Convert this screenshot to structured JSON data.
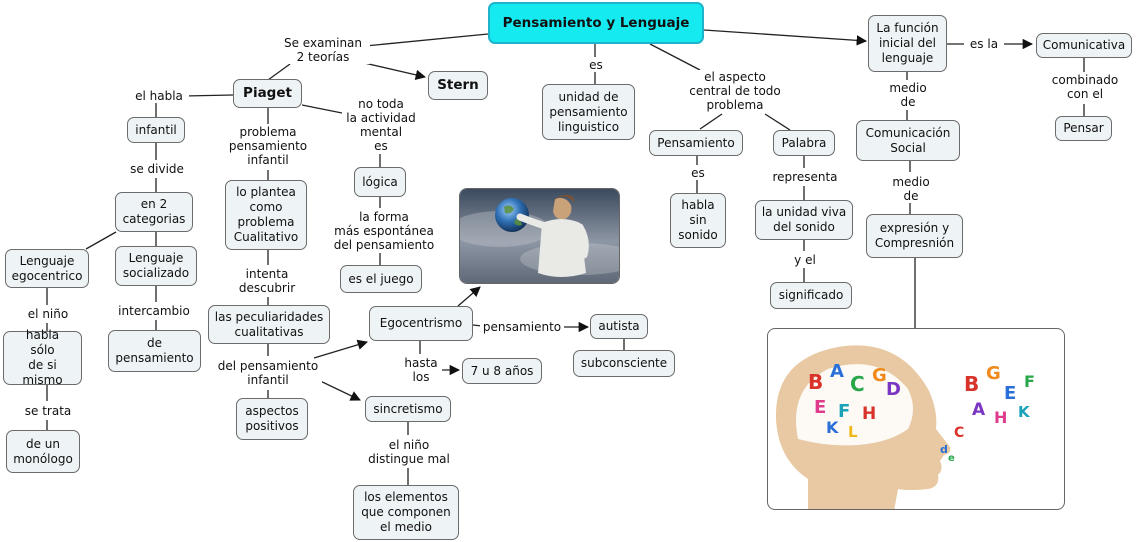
{
  "map": {
    "title": "Pensamiento y Lenguaje",
    "nodes": {
      "piaget": "Piaget",
      "stern": "Stern",
      "infantil": "infantil",
      "categorias": "en 2\ncategorias",
      "egocentrico": "Lenguaje\negocentrico",
      "socializado": "Lenguaje\nsocializado",
      "habla_solo": "habla\nsólo\nde si mismo",
      "monologo": "de un\nmonólogo",
      "de_pensamiento": "de\npensamiento",
      "planteamiento": "lo plantea\ncomo\nproblema\nCualitativo",
      "peculiaridades": "las peculiaridades\ncualitativas",
      "aspectos": "aspectos\npositivos",
      "logica": "lógica",
      "juego": "es el juego",
      "egocentrismo": "Egocentrismo",
      "autista": "autista",
      "subconsciente": "subconsciente",
      "siete_ocho": "7 u 8 años",
      "sincretismo": "sincretismo",
      "elementos": "los elementos\nque componen\nel medio",
      "unidad": "unidad de\npensamiento\nlinguistico",
      "pensamiento": "Pensamiento",
      "palabra": "Palabra",
      "habla_sin": "habla\nsin\nsonido",
      "unidad_viva": "la unidad viva\ndel sonido",
      "significado": "significado",
      "funcion": "La función\ninicial del\nlenguaje",
      "comunicativa": "Comunicativa",
      "pensar": "Pensar",
      "comunicacion": "Comunicación\nSocial",
      "expresion": "expresión y\nCompresnión"
    },
    "labels": {
      "se_examinan": "Se examinan\n2 teorías",
      "el_habla": "el habla",
      "se_divide": "se divide",
      "el_nino_1": "el niño",
      "se_trata": "se trata",
      "intercambio": "intercambio",
      "problema": "problema\npensamiento\ninfantil",
      "intenta": "intenta\ndescubrir",
      "del_pensamiento": "del pensamiento\ninfantil",
      "no_toda": "no toda\nla actividad\nmental\nes",
      "la_forma": "la forma\nmás espontánea\ndel pensamiento",
      "pensamiento_lbl": "pensamiento",
      "hasta": "hasta\nlos",
      "el_nino_2": "el niño\ndistingue mal",
      "es_1": "es",
      "aspecto_central": "el aspecto\ncentral de todo\nproblema",
      "es_2": "es",
      "representa": "representa",
      "y_el": "y el",
      "es_la": "es la",
      "combinado": "combinado\ncon el",
      "medio_de_1": "medio\nde",
      "medio_de_2": "medio\nde"
    },
    "images": {
      "child_globe": "child-holding-globe-image",
      "head_letters": "head-with-letters-image"
    },
    "colors": {
      "root_fill": "#14eaf0",
      "node_fill": "#eef3f5",
      "line": "#222222"
    }
  }
}
